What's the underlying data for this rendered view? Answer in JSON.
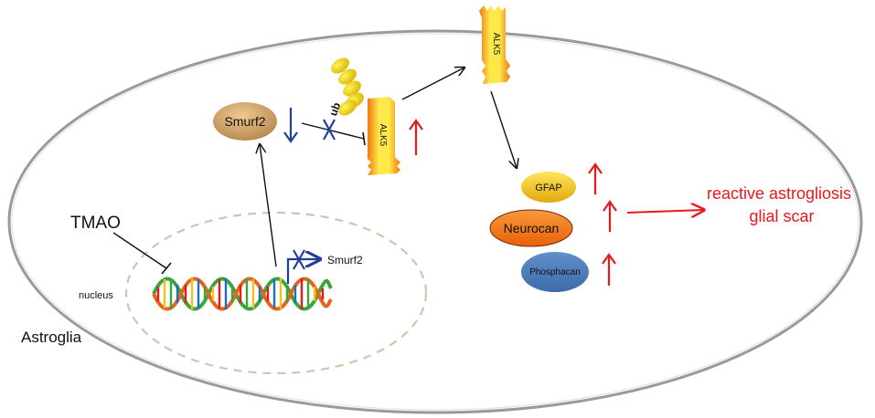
{
  "cell": {
    "label": "Astroglia"
  },
  "nucleus": {
    "label": "nucleus"
  },
  "tmao": {
    "label": "TMAO"
  },
  "gene": {
    "label": "Smurf2"
  },
  "smurf2_protein": {
    "label": "Smurf2"
  },
  "ubiquitin": {
    "label": "ub"
  },
  "receptor_membrane": {
    "label": "ALK5"
  },
  "receptor_cytoplasm": {
    "label": "ALK5"
  },
  "markers": [
    {
      "label": "GFAP",
      "color": "#f2c21a"
    },
    {
      "label": "Neurocan",
      "color": "#ee6f12"
    },
    {
      "label": "Phosphacan",
      "color": "#4f7fbf"
    }
  ],
  "outcome": {
    "line1": "reactive astrogliosis",
    "line2": "glial scar"
  },
  "colors": {
    "up": "#e8191a",
    "down": "#1f3f9a",
    "outcome": "#e8191a"
  }
}
